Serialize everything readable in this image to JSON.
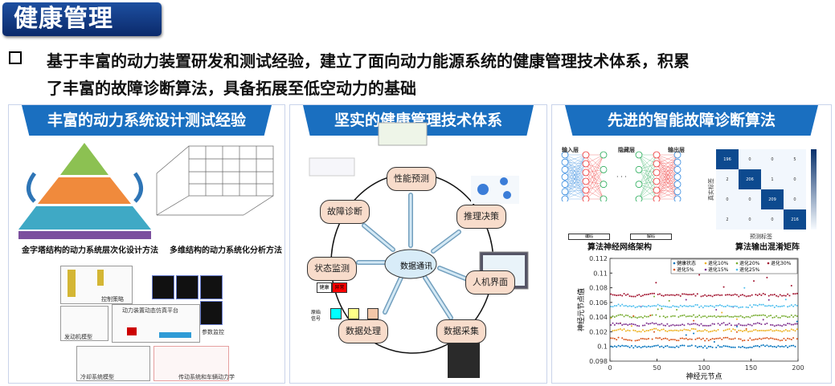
{
  "header": {
    "title": "健康管理"
  },
  "summary": {
    "line1": "基于丰富的动力装置研发和测试经验，建立了面向动力能源系统的健康管理技术体系，积累",
    "line2": "了丰富的故障诊断算法，具备拓展至低空动力的基础"
  },
  "panels": [
    {
      "title": "丰富的动力系统设计测试经验",
      "caption_left": "金字塔结构的动力系统层次化设计方法",
      "caption_right": "多维结构的动力系统化分析方法",
      "platform_labels": {
        "control": "控制策略",
        "platform": "动力装置动态仿真平台",
        "monitor": "参数监控",
        "engine": "发动机模型",
        "cooling": "冷却系统模型",
        "drivetrain": "传动系统和车辆动力学"
      }
    },
    {
      "title": "坚实的健康管理技术体系",
      "center": "数据通讯",
      "nodes": [
        "性能预测",
        "推理决策",
        "人机界面",
        "数据采集",
        "数据处理",
        "状态监测",
        "故障诊断"
      ],
      "status": {
        "healthy": "健康",
        "abnormal": "异常"
      },
      "signal": "原始信号"
    },
    {
      "title": "先进的智能故障诊断算法",
      "nn": {
        "input": "输入层",
        "hidden": "隐藏层",
        "output": "输出层",
        "encode": "编码",
        "decode": "解码",
        "caption": "算法神经网络架构"
      },
      "confusion": {
        "caption": "算法输出混淆矩阵",
        "ylabel": "真实标签",
        "xlabel": "预测标签",
        "matrix": [
          [
            196,
            0,
            0,
            5
          ],
          [
            2,
            206,
            1,
            0
          ],
          [
            0,
            0,
            209,
            0
          ],
          [
            2,
            0,
            0,
            216
          ]
        ]
      }
    }
  ],
  "chart_data": {
    "type": "scatter",
    "xlabel": "神经元节点",
    "ylabel": "神经元节点值",
    "xlim": [
      0,
      200
    ],
    "ylim": [
      0.098,
      0.112
    ],
    "xticks": [
      0,
      50,
      100,
      150,
      200
    ],
    "yticks": [
      "0.098",
      "0.1",
      "0.102",
      "0.104",
      "0.106",
      "0.108",
      "0.11",
      "0.112"
    ],
    "legend_position": "top-right",
    "series": [
      {
        "name": "健康状态",
        "level": 0.1,
        "color": "#0072bd"
      },
      {
        "name": "退化10%",
        "level": 0.1022,
        "color": "#edb120"
      },
      {
        "name": "退化20%",
        "level": 0.1041,
        "color": "#77ac30"
      },
      {
        "name": "退化30%",
        "level": 0.107,
        "color": "#a2142f"
      },
      {
        "name": "退化5%",
        "level": 0.101,
        "color": "#d95319"
      },
      {
        "name": "退化15%",
        "level": 0.103,
        "color": "#7e2f8e"
      },
      {
        "name": "退化25%",
        "level": 0.1055,
        "color": "#4dbeee"
      }
    ]
  }
}
